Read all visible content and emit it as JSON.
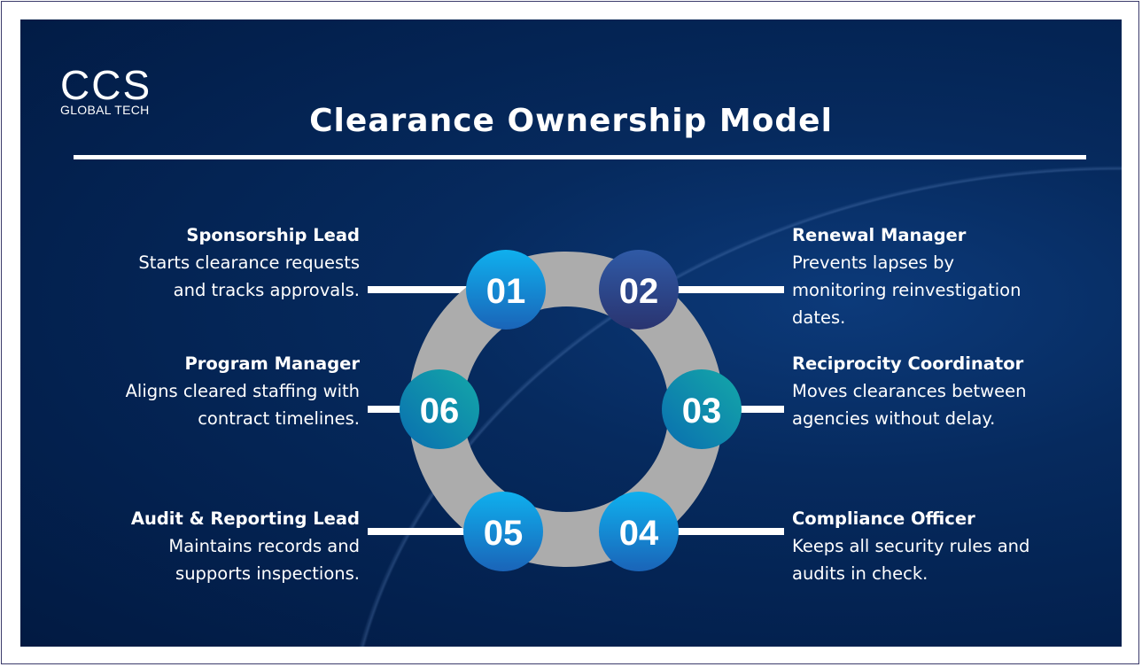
{
  "logo": {
    "main": "CCS",
    "sub": "GLOBAL TECH"
  },
  "title": "Clearance Ownership Model",
  "steps": [
    {
      "number": "01",
      "heading": "Sponsorship Lead",
      "lines": [
        "Starts clearance requests",
        "and tracks approvals."
      ],
      "color": "#1a8fd8"
    },
    {
      "number": "02",
      "heading": "Renewal Manager",
      "lines": [
        "Prevents lapses by",
        "monitoring reinvestigation",
        "dates."
      ],
      "color": "#2c4a8c"
    },
    {
      "number": "03",
      "heading": "Reciprocity Coordinator",
      "lines": [
        "Moves clearances between",
        "agencies without delay."
      ],
      "color": "#0a8fa8"
    },
    {
      "number": "04",
      "heading": "Compliance Officer",
      "lines": [
        "Keeps all security rules and",
        "audits in check."
      ],
      "color": "#1a8fd8"
    },
    {
      "number": "05",
      "heading": "Audit & Reporting Lead",
      "lines": [
        "Maintains records and",
        "supports inspections."
      ],
      "color": "#1a8fd8"
    },
    {
      "number": "06",
      "heading": "Program Manager",
      "lines": [
        "Aligns cleared staffing with",
        "contract timelines."
      ],
      "color": "#0a8fa8"
    }
  ]
}
